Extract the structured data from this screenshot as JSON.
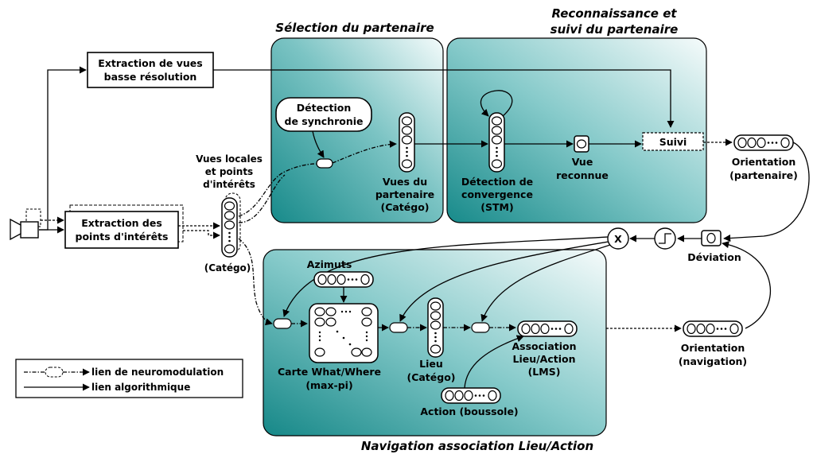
{
  "colors": {
    "teal_dark": "#1a8c8c",
    "teal_light": "#f2fafa"
  },
  "titles": {
    "selection": "Sélection du partenaire",
    "recognition_1": "Reconnaissance et",
    "recognition_2": "suivi du partenaire",
    "navigation": "Navigation association Lieu/Action"
  },
  "nodes": {
    "extraction_vues_1": "Extraction de vues",
    "extraction_vues_2": "basse résolution",
    "extraction_points_1": "Extraction des",
    "extraction_points_2": "points d'intérêts",
    "detection_sync_1": "Détection",
    "detection_sync_2": "de synchronie",
    "vues_locales_1": "Vues locales",
    "vues_locales_2": "et points",
    "vues_locales_3": "d'intérêts",
    "catego_left": "(Catégo)",
    "vues_partenaire_1": "Vues du",
    "vues_partenaire_2": "partenaire",
    "vues_partenaire_3": "(Catégo)",
    "convergence_1": "Détection de",
    "convergence_2": "convergence",
    "convergence_3": "(STM)",
    "vue_reconnue_1": "Vue",
    "vue_reconnue_2": "reconnue",
    "suivi": "Suivi",
    "orientation_partenaire_1": "Orientation",
    "orientation_partenaire_2": "(partenaire)",
    "multiply": "X",
    "deviation": "Déviation",
    "azimuts": "Azimuts",
    "carte_1": "Carte What/Where",
    "carte_2": "(max-pi)",
    "lieu_1": "Lieu",
    "lieu_2": "(Catégo)",
    "association_1": "Association",
    "association_2": "Lieu/Action",
    "association_3": "(LMS)",
    "action": "Action (boussole)",
    "orientation_navigation_1": "Orientation",
    "orientation_navigation_2": "(navigation)"
  },
  "legend": {
    "neuromodulation": "lien de neuromodulation",
    "algorithmique": "lien algorithmique"
  }
}
